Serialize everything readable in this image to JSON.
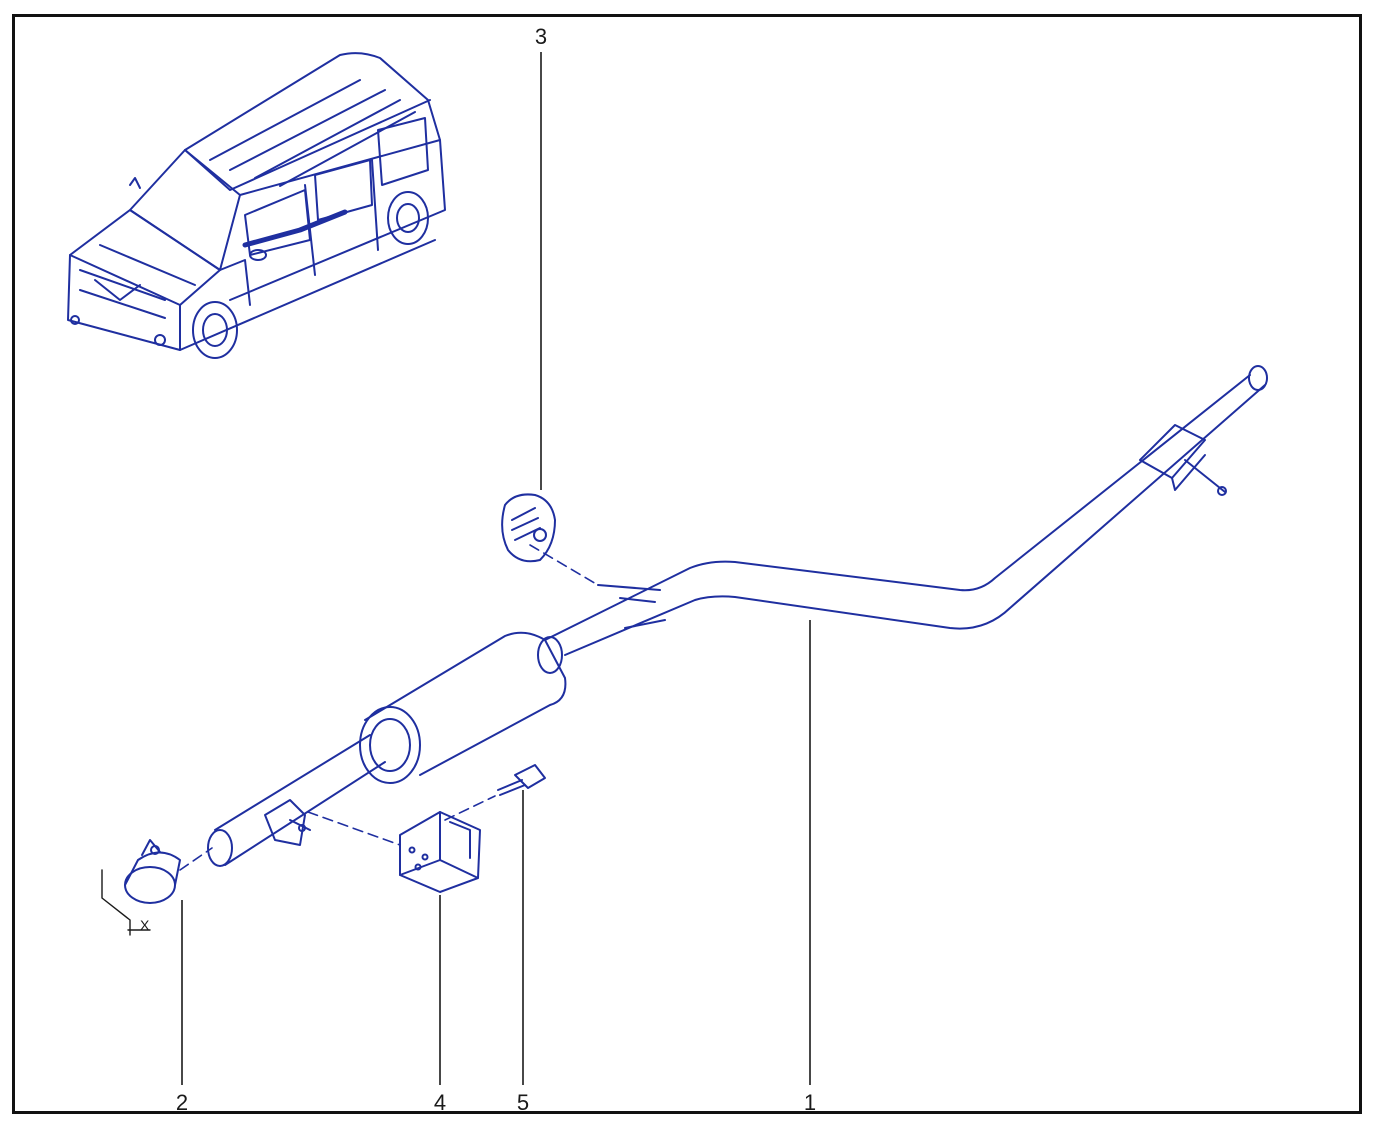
{
  "diagram": {
    "line_color": "#1f2fa0",
    "leader_color": "#1a1a1a",
    "callouts": [
      {
        "id": "c1",
        "label": "1"
      },
      {
        "id": "c2",
        "label": "2"
      },
      {
        "id": "c3",
        "label": "3"
      },
      {
        "id": "c4",
        "label": "4"
      },
      {
        "id": "c5",
        "label": "5"
      }
    ],
    "dimension_label": "X"
  }
}
